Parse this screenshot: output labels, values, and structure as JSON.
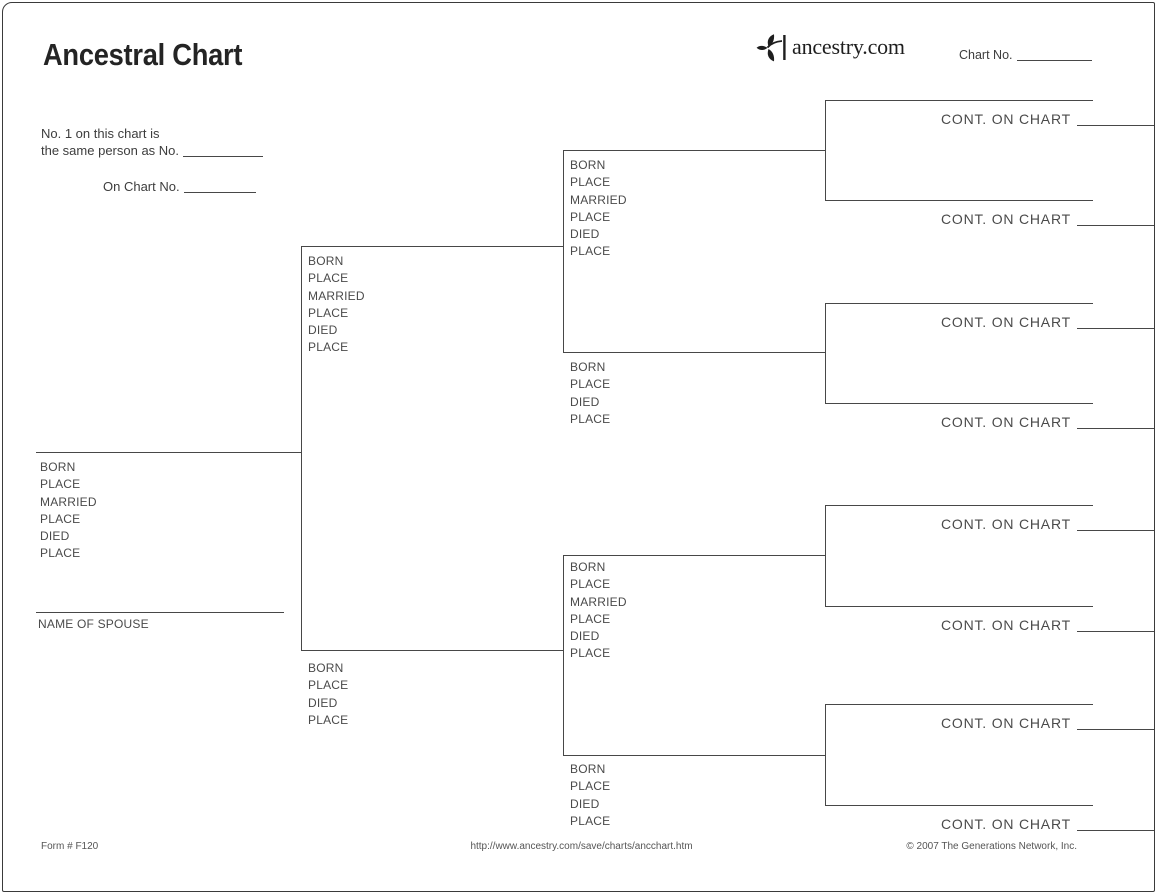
{
  "header": {
    "title": "Ancestral Chart",
    "logo_text": "ancestry.com",
    "chart_no_label": "Chart No."
  },
  "identity_note": {
    "line1": "No. 1 on this chart is",
    "line2": "the same person as No.",
    "line3": "On Chart No."
  },
  "pedigree": {
    "subject": {
      "fields": [
        "BORN",
        "PLACE",
        "MARRIED",
        "PLACE",
        "DIED",
        "PLACE"
      ],
      "spouse_label": "NAME OF SPOUSE"
    },
    "father": {
      "fields": [
        "BORN",
        "PLACE",
        "MARRIED",
        "PLACE",
        "DIED",
        "PLACE"
      ]
    },
    "mother": {
      "fields": [
        "BORN",
        "PLACE",
        "DIED",
        "PLACE"
      ]
    },
    "paternal_grandfather": {
      "fields": [
        "BORN",
        "PLACE",
        "MARRIED",
        "PLACE",
        "DIED",
        "PLACE"
      ]
    },
    "paternal_grandmother": {
      "fields": [
        "BORN",
        "PLACE",
        "DIED",
        "PLACE"
      ]
    },
    "maternal_grandfather": {
      "fields": [
        "BORN",
        "PLACE",
        "MARRIED",
        "PLACE",
        "DIED",
        "PLACE"
      ]
    },
    "maternal_grandmother": {
      "fields": [
        "BORN",
        "PLACE",
        "DIED",
        "PLACE"
      ]
    },
    "great_grandparent_slots": [
      {
        "cont_label": "CONT. ON CHART"
      },
      {
        "cont_label": "CONT. ON CHART"
      },
      {
        "cont_label": "CONT. ON CHART"
      },
      {
        "cont_label": "CONT. ON CHART"
      },
      {
        "cont_label": "CONT. ON CHART"
      },
      {
        "cont_label": "CONT. ON CHART"
      },
      {
        "cont_label": "CONT. ON CHART"
      },
      {
        "cont_label": "CONT. ON CHART"
      }
    ]
  },
  "footer": {
    "form_number": "Form # F120",
    "url": "http://www.ancestry.com/save/charts/ancchart.htm",
    "copyright": "© 2007 The Generations Network, Inc."
  },
  "colors": {
    "ink": "#3d3d3d",
    "line": "#474747",
    "field": "#4a4a4a",
    "title": "#242424"
  }
}
